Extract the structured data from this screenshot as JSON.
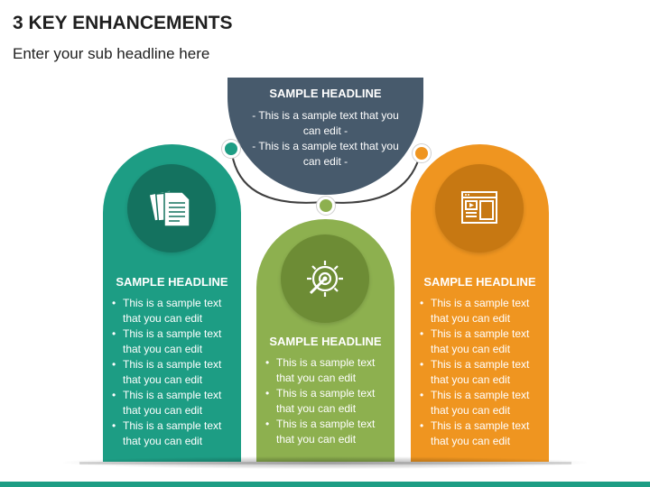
{
  "header": {
    "title": "3 KEY ENHANCEMENTS",
    "subtitle": "Enter your sub headline here"
  },
  "top_card": {
    "headline": "SAMPLE HEADLINE",
    "text_lines": [
      "- This is a sample text that you can edit -",
      "- This is a sample text that you can edit -"
    ],
    "color": "#475a6c"
  },
  "pillars": [
    {
      "headline": "SAMPLE HEADLINE",
      "icon": "documents-icon",
      "color": "#1d9d84",
      "bullets": [
        "This is a sample text that you can edit",
        "This is a sample text that you can edit",
        "This is a sample text that you can edit",
        "This is a sample text that you can edit",
        "This is a sample text that you can edit"
      ]
    },
    {
      "headline": "SAMPLE HEADLINE",
      "icon": "gear-target-icon",
      "color": "#8db04f",
      "bullets": [
        "This is a sample text that you can edit",
        "This is a sample text that you can edit",
        "This is a sample text that you can edit"
      ]
    },
    {
      "headline": "SAMPLE HEADLINE",
      "icon": "web-layout-icon",
      "color": "#ef9520",
      "bullets": [
        "This is a sample text that you can edit",
        "This is a sample text that you can edit",
        "This is a sample text that you can edit",
        "This is a sample text that you can edit",
        "This is a sample text that you can edit"
      ]
    }
  ]
}
